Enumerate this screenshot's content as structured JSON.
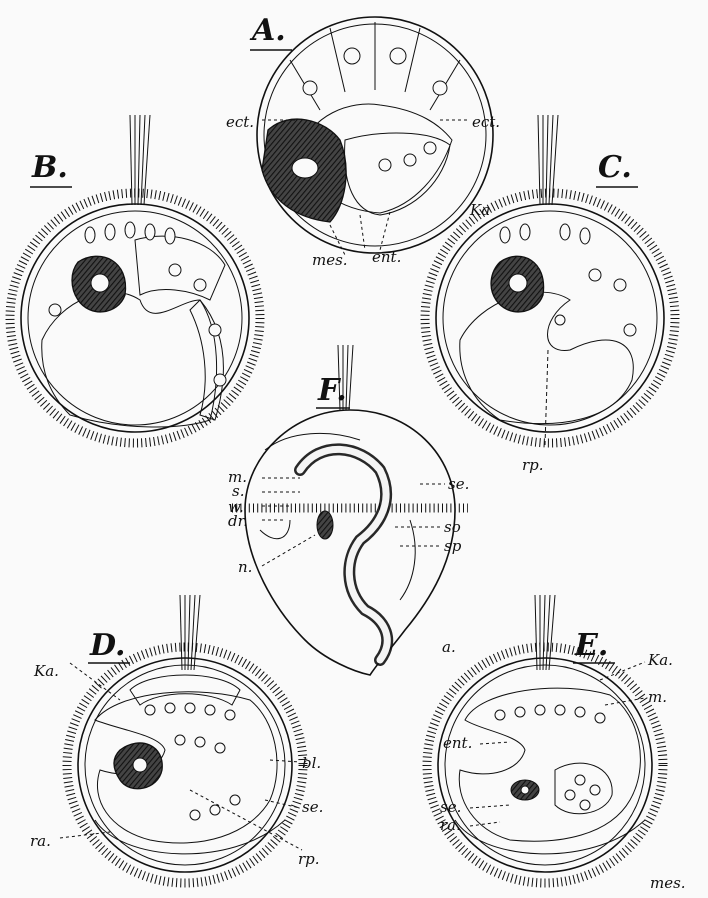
{
  "figure": {
    "panels": [
      {
        "id": "A",
        "letter": "A.",
        "labels": [
          "ect.",
          "ect.",
          "mes.",
          "ent."
        ]
      },
      {
        "id": "B",
        "letter": "B.",
        "labels": []
      },
      {
        "id": "C",
        "letter": "C.",
        "labels": [
          "Ka",
          "rp."
        ]
      },
      {
        "id": "F",
        "letter": "F.",
        "labels": [
          "m.",
          "s.",
          "w.",
          "dr.",
          "n.",
          "se.",
          "so",
          "sp",
          "a."
        ]
      },
      {
        "id": "D",
        "letter": "D.",
        "labels": [
          "Ka.",
          "bl.",
          "se.",
          "rp.",
          "ra."
        ]
      },
      {
        "id": "E",
        "letter": "E.",
        "labels": [
          "Ka.",
          "m.",
          "ent.",
          "se.",
          "ra.",
          "mes."
        ]
      }
    ]
  },
  "colors": {
    "ink": "#111111",
    "paper": "#fafafa",
    "stipple": "#9a9a9a",
    "mesoderm": "#2a2a2a"
  }
}
